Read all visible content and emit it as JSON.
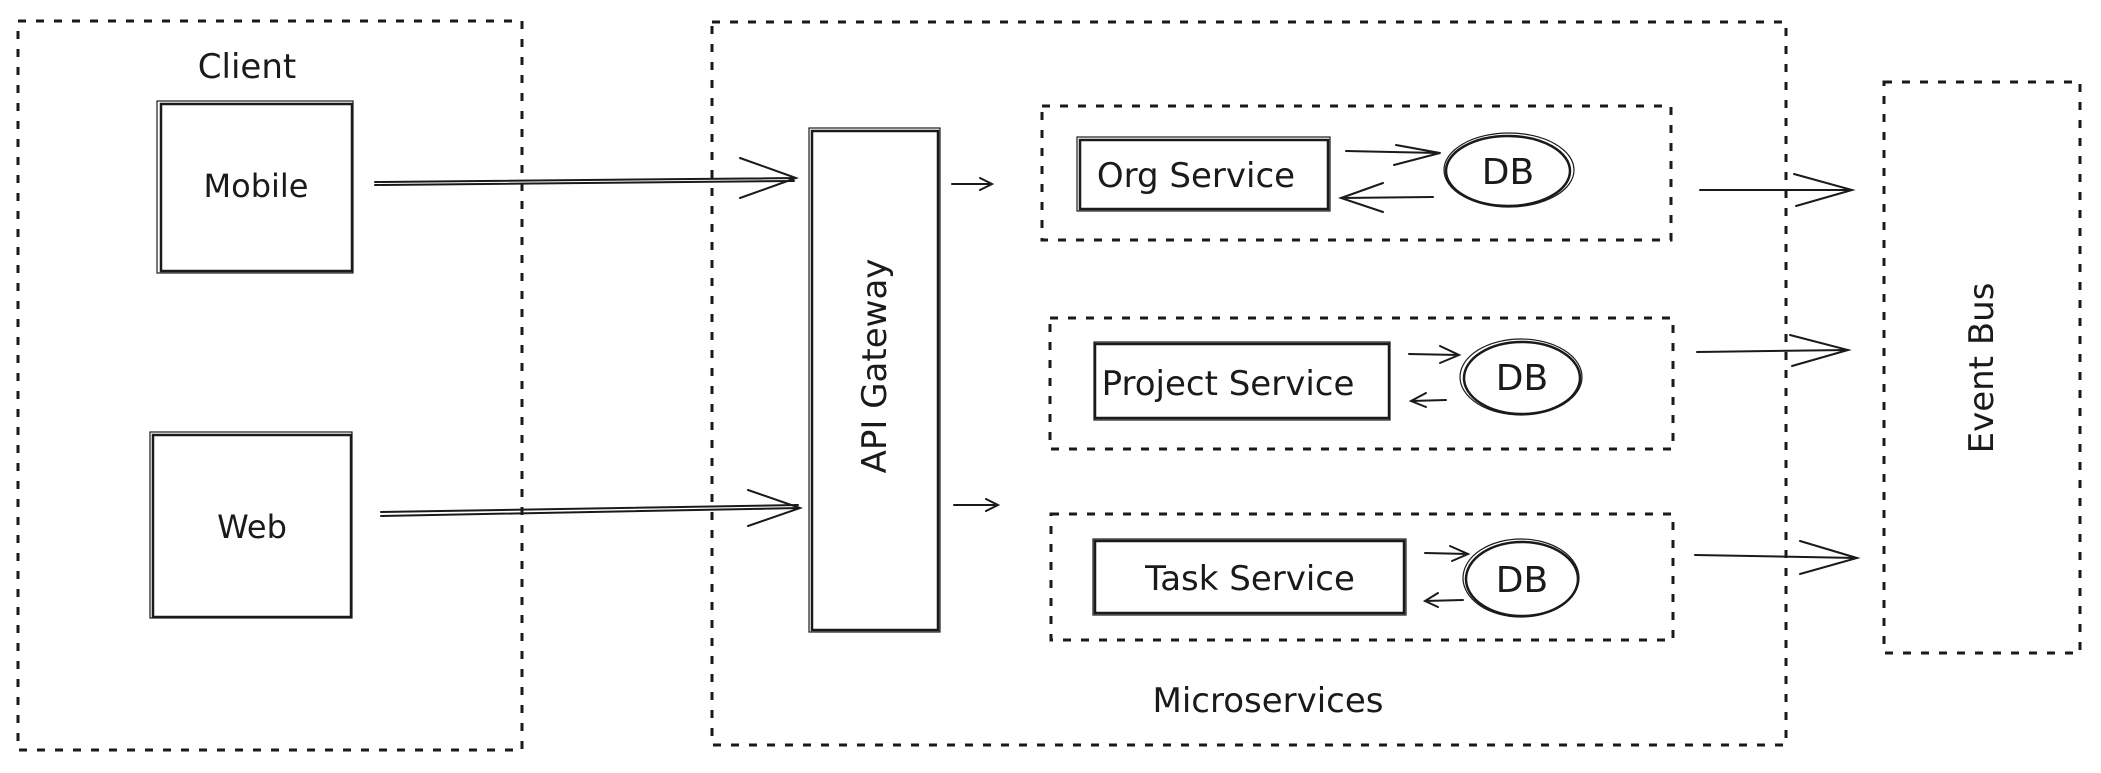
{
  "diagram": {
    "groups": {
      "client": {
        "label": "Client"
      },
      "microservices": {
        "label": "Microservices"
      },
      "event_bus": {
        "label": "Event Bus"
      }
    },
    "clients": {
      "mobile": {
        "label": "Mobile"
      },
      "web": {
        "label": "Web"
      }
    },
    "gateway": {
      "label": "API Gateway"
    },
    "services": [
      {
        "label": "Org Service",
        "db_label": "DB"
      },
      {
        "label": "Project Service",
        "db_label": "DB"
      },
      {
        "label": "Task Service",
        "db_label": "DB"
      }
    ],
    "connections": [
      {
        "from": "Mobile",
        "to": "API Gateway"
      },
      {
        "from": "Web",
        "to": "API Gateway"
      },
      {
        "from": "API Gateway",
        "to": "Org Service"
      },
      {
        "from": "API Gateway",
        "to": "Task Service"
      },
      {
        "from": "Org Service",
        "to": "DB",
        "bidirectional": true
      },
      {
        "from": "Project Service",
        "to": "DB",
        "bidirectional": true
      },
      {
        "from": "Task Service",
        "to": "DB",
        "bidirectional": true
      },
      {
        "from": "Org Service",
        "to": "Event Bus"
      },
      {
        "from": "Project Service",
        "to": "Event Bus"
      },
      {
        "from": "Task Service",
        "to": "Event Bus"
      }
    ]
  }
}
